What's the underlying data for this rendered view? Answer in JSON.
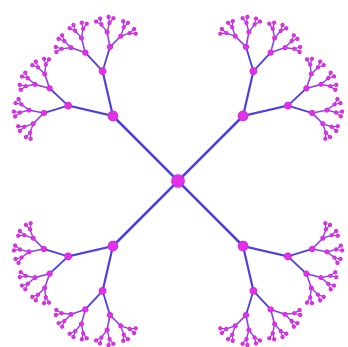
{
  "diagram": {
    "type": "fractal-tree",
    "arms": 4,
    "depth": 5,
    "colors": {
      "background": "#ffffff",
      "edge_primary": "#4a3fe0",
      "edge_leaf": "#8a3ff0",
      "node": "#e32fe8",
      "node_stroke": "#c81fd8"
    }
  }
}
